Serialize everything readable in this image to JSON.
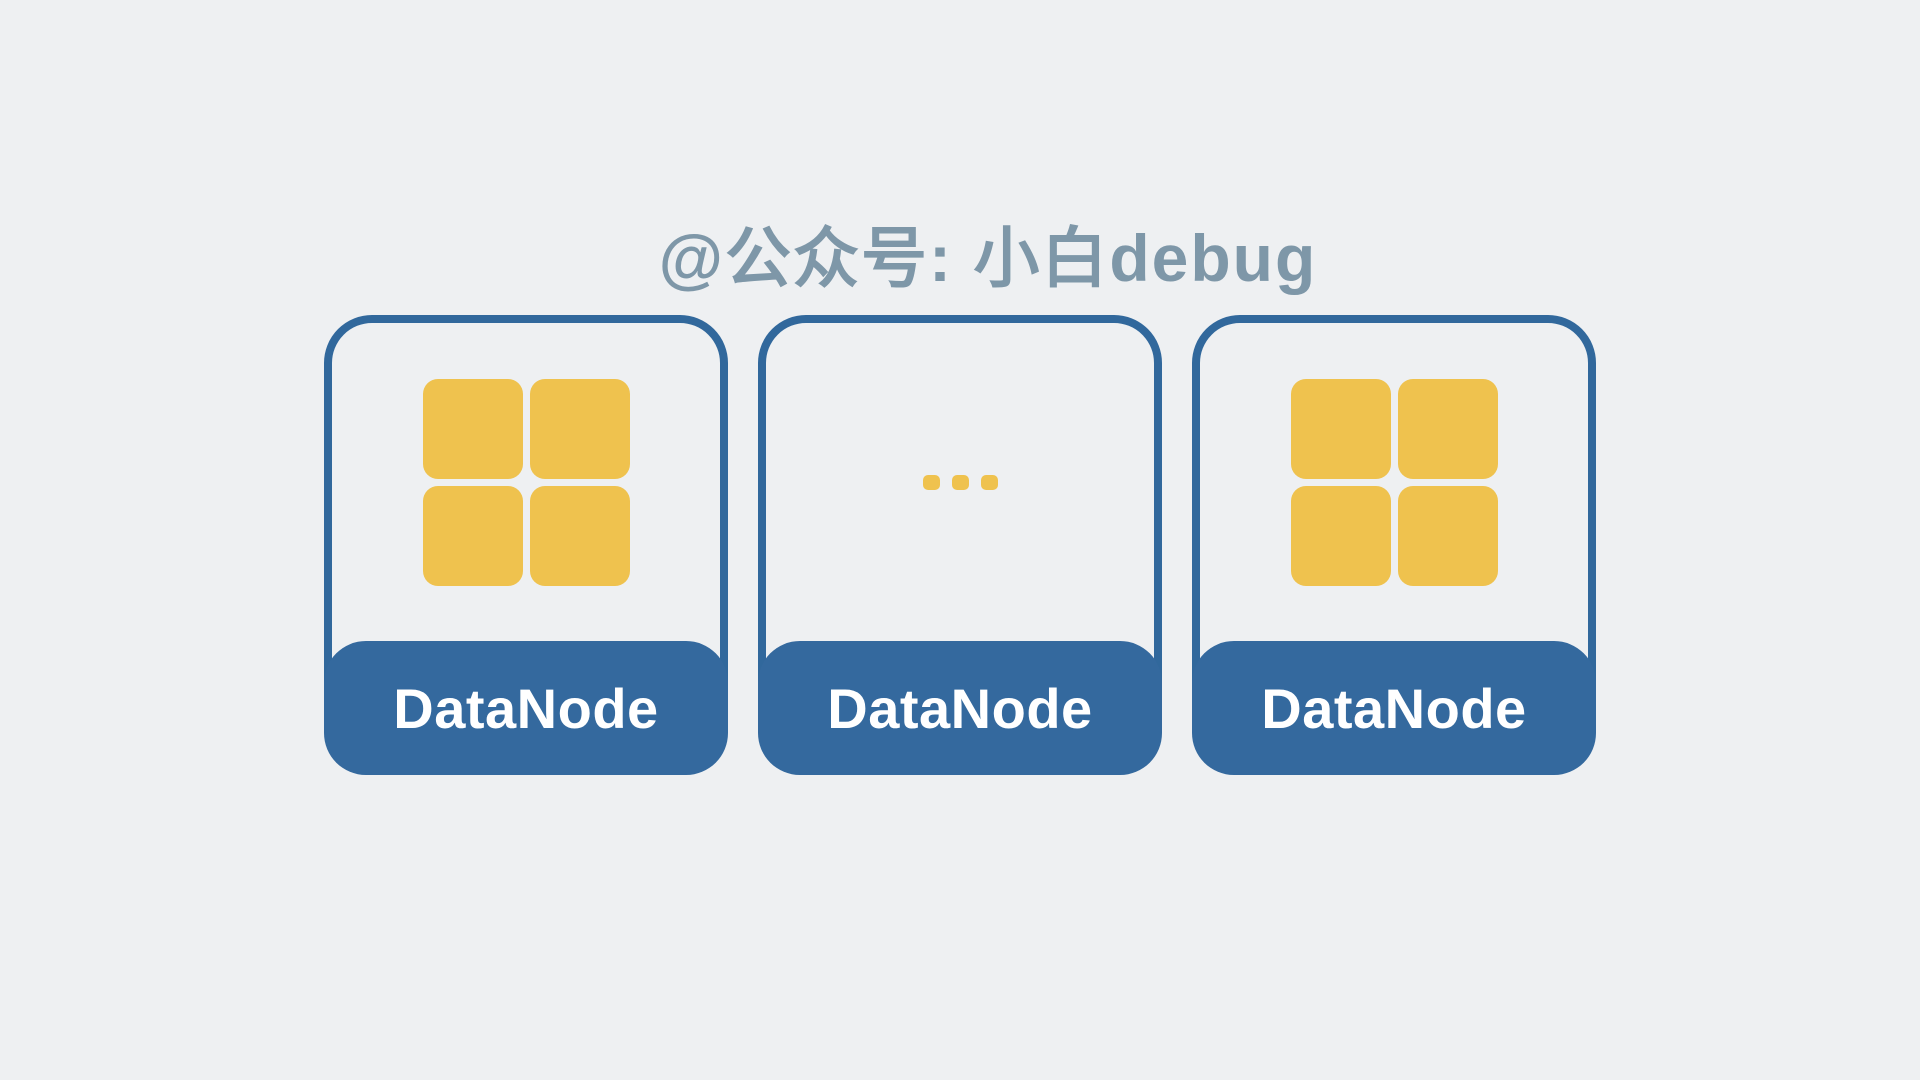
{
  "watermark": {
    "text": "@公众号: 小白debug"
  },
  "nodes": [
    {
      "label": "DataNode",
      "content": "blocks",
      "block_count": 4
    },
    {
      "label": "DataNode",
      "content": "ellipsis"
    },
    {
      "label": "DataNode",
      "content": "blocks",
      "block_count": 4
    }
  ],
  "colors": {
    "background": "#eef0f2",
    "card-border": "#31689c",
    "footer-blue": "#34699e",
    "block-yellow": "#efc24e",
    "watermark-gray": "#7e97a8",
    "label-white": "#ffffff"
  }
}
